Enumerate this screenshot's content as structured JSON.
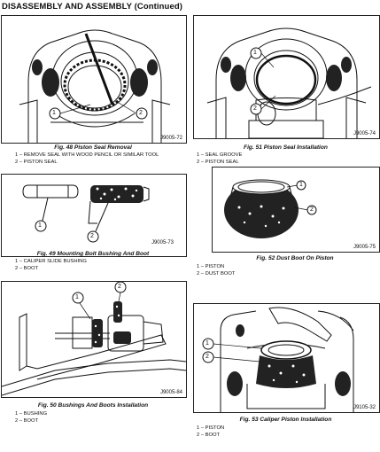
{
  "header": {
    "title": "DISASSEMBLY AND ASSEMBLY (Continued)"
  },
  "figures": [
    {
      "code": "J9005-72",
      "caption": "Fig. 48 Piston Seal Removal",
      "legend": [
        "1 – REMOVE SEAL WITH WOOD PENCIL OR SIMILAR TOOL",
        "2 – PISTON SEAL"
      ],
      "callouts": [
        "1",
        "2"
      ]
    },
    {
      "code": "J9005-74",
      "caption": "Fig. 51 Piston Seal Installation",
      "legend": [
        "1 – SEAL GROOVE",
        "2 – PISTON SEAL"
      ],
      "callouts": [
        "1",
        "2"
      ]
    },
    {
      "code": "J9005-73",
      "caption": "Fig. 49 Mounting Bolt Bushing And Boot",
      "legend": [
        "1 – CALIPER SLIDE BUSHING",
        "2 – BOOT"
      ],
      "callouts": [
        "1",
        "2"
      ]
    },
    {
      "code": "J9005-75",
      "caption": "Fig. 52 Dust Boot On Piston",
      "legend": [
        "1 – PISTON",
        "2 – DUST BOOT"
      ],
      "callouts": [
        "1",
        "2"
      ]
    },
    {
      "code": "J9005-84",
      "caption": "Fig. 50 Bushings And Boots Installation",
      "legend": [
        "1 – BUSHING",
        "2 – BOOT"
      ],
      "callouts": [
        "1",
        "2"
      ]
    },
    {
      "code": "J9105-32",
      "caption": "Fig. 53 Caliper Piston Installation",
      "legend": [
        "1 – PISTON",
        "2 – BOOT"
      ],
      "callouts": [
        "1",
        "2"
      ]
    }
  ]
}
